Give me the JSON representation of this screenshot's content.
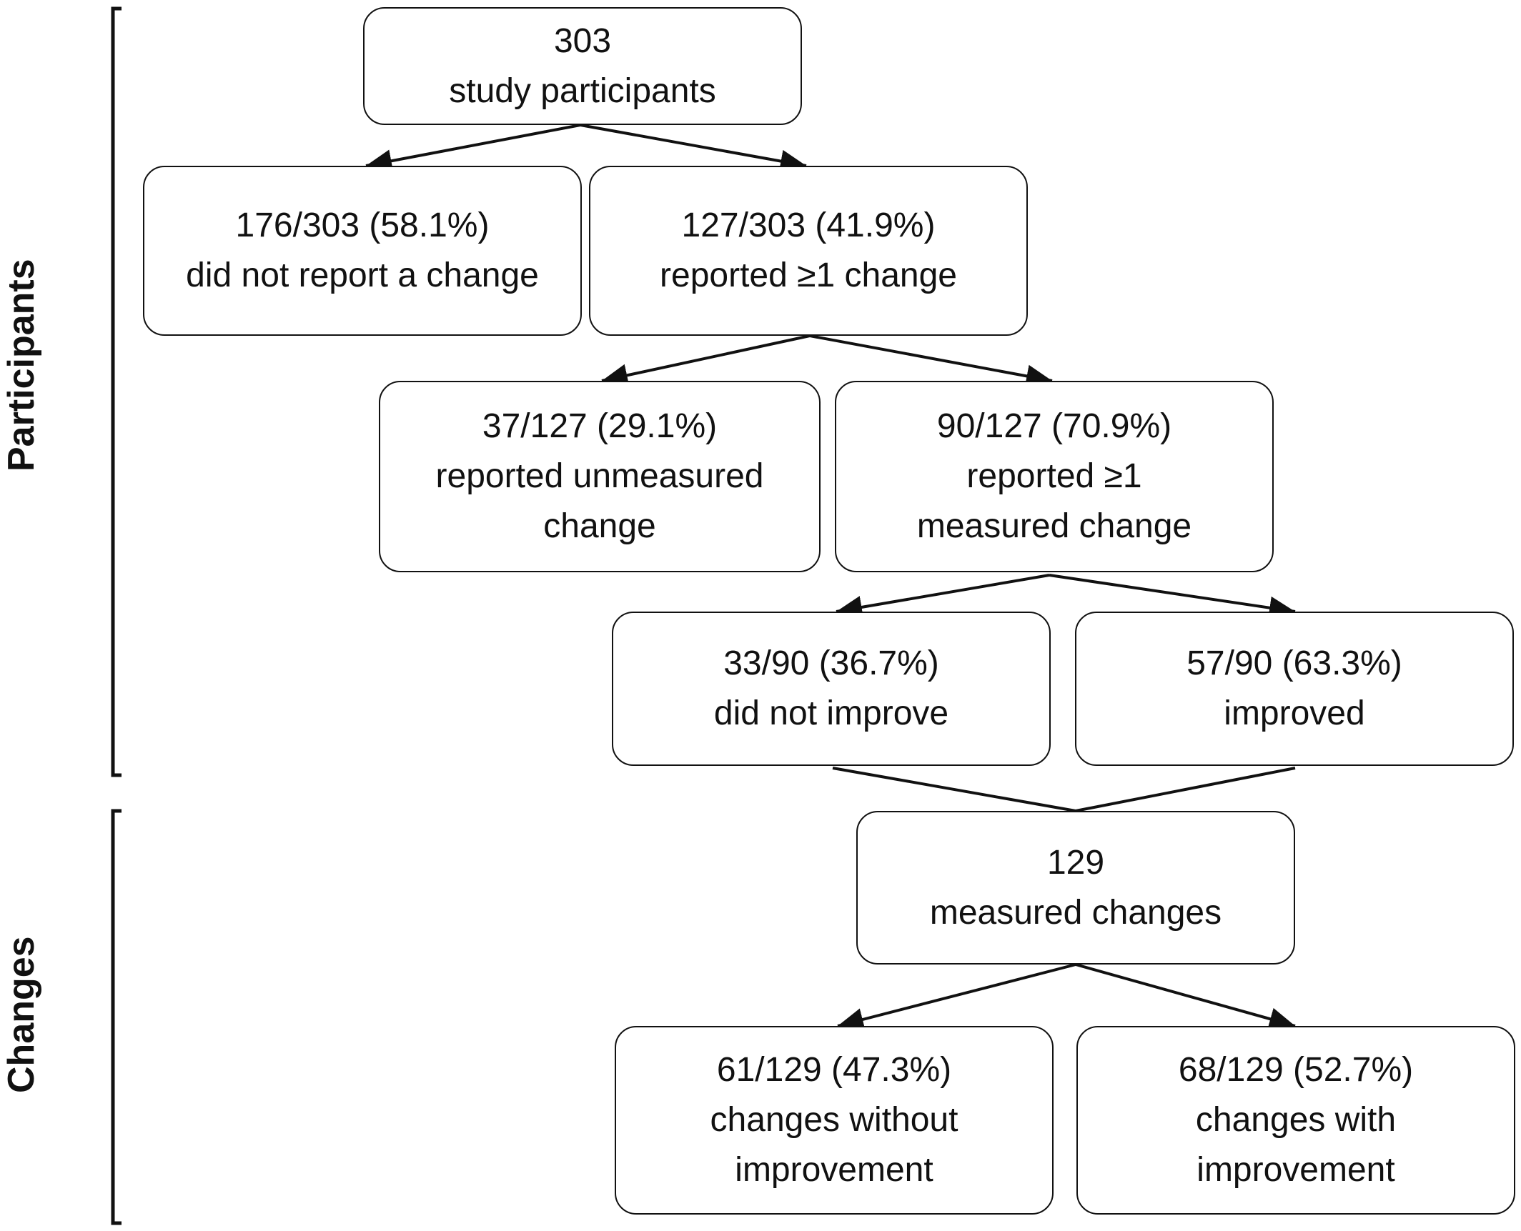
{
  "sections": {
    "participants": "Participants",
    "changes": "Changes"
  },
  "boxes": {
    "root": {
      "line1": "303",
      "line2": "study participants"
    },
    "no_change": {
      "line1": "176/303 (58.1%)",
      "line2": "did not report a change"
    },
    "change": {
      "line1": "127/303 (41.9%)",
      "line2": "reported ≥1 change"
    },
    "unmeasured": {
      "line1": "37/127 (29.1%)",
      "line2": "reported unmeasured",
      "line3": "change"
    },
    "measured": {
      "line1": "90/127 (70.9%)",
      "line2": "reported ≥1",
      "line3": "measured change"
    },
    "not_improved": {
      "line1": "33/90 (36.7%)",
      "line2": "did not improve"
    },
    "improved": {
      "line1": "57/90 (63.3%)",
      "line2": "improved"
    },
    "changes_total": {
      "line1": "129",
      "line2": "measured changes"
    },
    "changes_without": {
      "line1": "61/129 (47.3%)",
      "line2": "changes without",
      "line3": "improvement"
    },
    "changes_with": {
      "line1": "68/129 (52.7%)",
      "line2": "changes with",
      "line3": "improvement"
    }
  }
}
